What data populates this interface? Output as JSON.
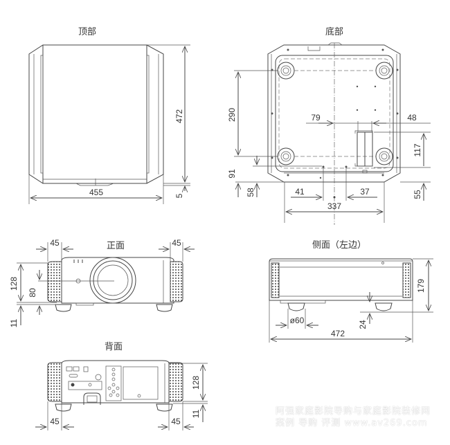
{
  "views": {
    "top": {
      "title": "顶部",
      "dims": {
        "width": "455",
        "depth": "472",
        "lens_protrusion": "5"
      }
    },
    "bottom": {
      "title": "底部",
      "dims": {
        "foot_spacing_depth": "290",
        "rear_to_foot": "91",
        "rear_to_mount": "58",
        "foot_spacing_width": "337",
        "mount_left_offset": "41",
        "mount_right_offset": "37",
        "mount_offset_79": "79",
        "mount_offset_48": "48",
        "mount_depth_117": "117",
        "mount_front_55": "55"
      }
    },
    "front": {
      "title": "正面",
      "dims": {
        "side_left": "45",
        "side_right": "45",
        "height": "128",
        "lens_center_height": "80",
        "foot_height": "11"
      }
    },
    "side": {
      "title": "侧面（左边）",
      "dims": {
        "height": "179",
        "depth": "472",
        "foot_diameter": "ø60",
        "foot_offset": "24"
      }
    },
    "back": {
      "title": "背面",
      "dims": {
        "side_left": "45",
        "side_right": "45",
        "height": "128",
        "foot_height": "11"
      }
    }
  },
  "watermark": {
    "line1": "阿强家庭影院导购与家庭影院装修网",
    "line2": "案例 导购 评测  www.av269.com"
  }
}
